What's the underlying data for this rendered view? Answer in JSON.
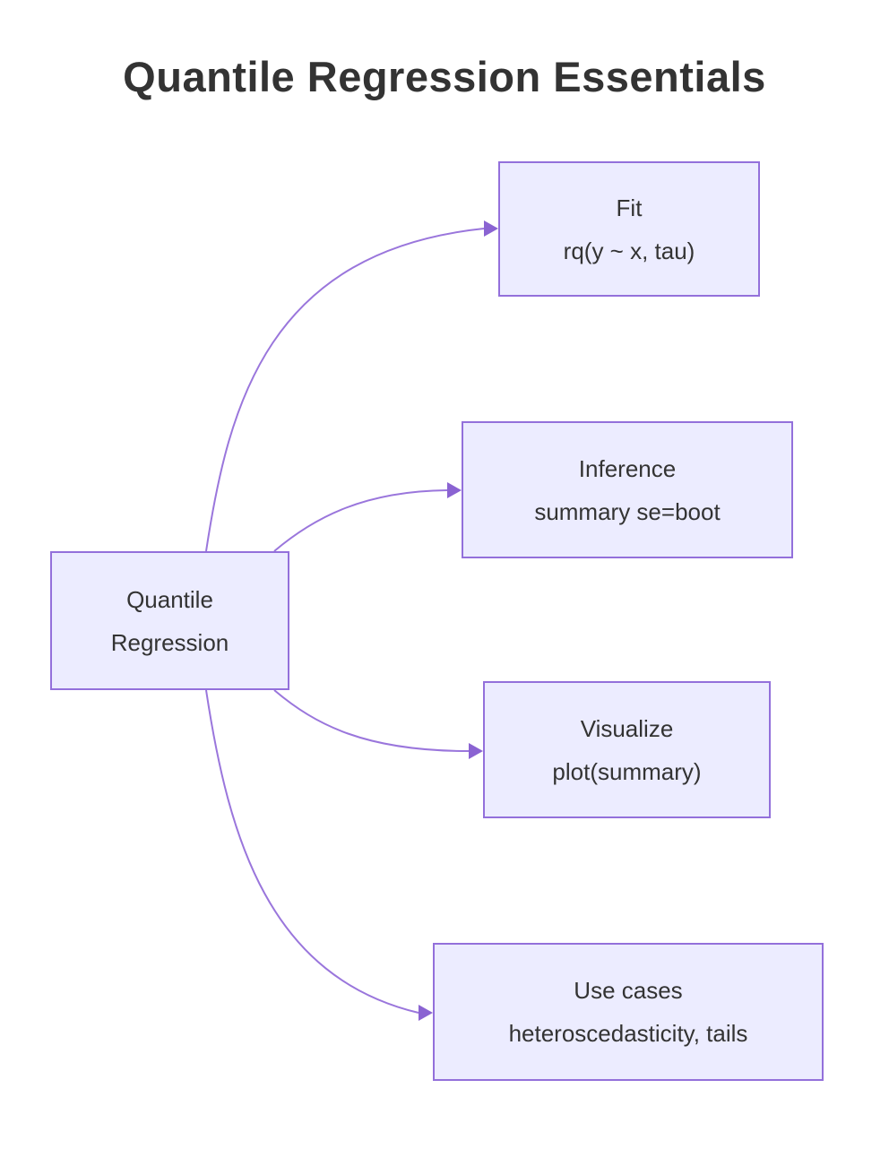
{
  "title": "Quantile Regression Essentials",
  "diagram": {
    "type": "flowchart-left-right",
    "root": {
      "id": "quantile-regression",
      "lines": [
        "Quantile",
        "Regression"
      ]
    },
    "nodes": [
      {
        "id": "fit",
        "lines": [
          "Fit",
          "rq(y ~ x, tau)"
        ]
      },
      {
        "id": "inference",
        "lines": [
          "Inference",
          "summary se=boot"
        ]
      },
      {
        "id": "visualize",
        "lines": [
          "Visualize",
          "plot(summary)"
        ]
      },
      {
        "id": "use-cases",
        "lines": [
          "Use cases",
          "heteroscedasticity, tails"
        ]
      }
    ],
    "edges": [
      {
        "from": "quantile-regression",
        "to": "fit"
      },
      {
        "from": "quantile-regression",
        "to": "inference"
      },
      {
        "from": "quantile-regression",
        "to": "visualize"
      },
      {
        "from": "quantile-regression",
        "to": "use-cases"
      }
    ]
  },
  "theme": {
    "background": "#ffffff",
    "node_fill": "#ECECFF",
    "node_border": "#9370DB",
    "line_color": "#9a76dc",
    "arrow_color": "#8a63d2",
    "node_text_color": "#333333",
    "title_color": "#333333"
  }
}
